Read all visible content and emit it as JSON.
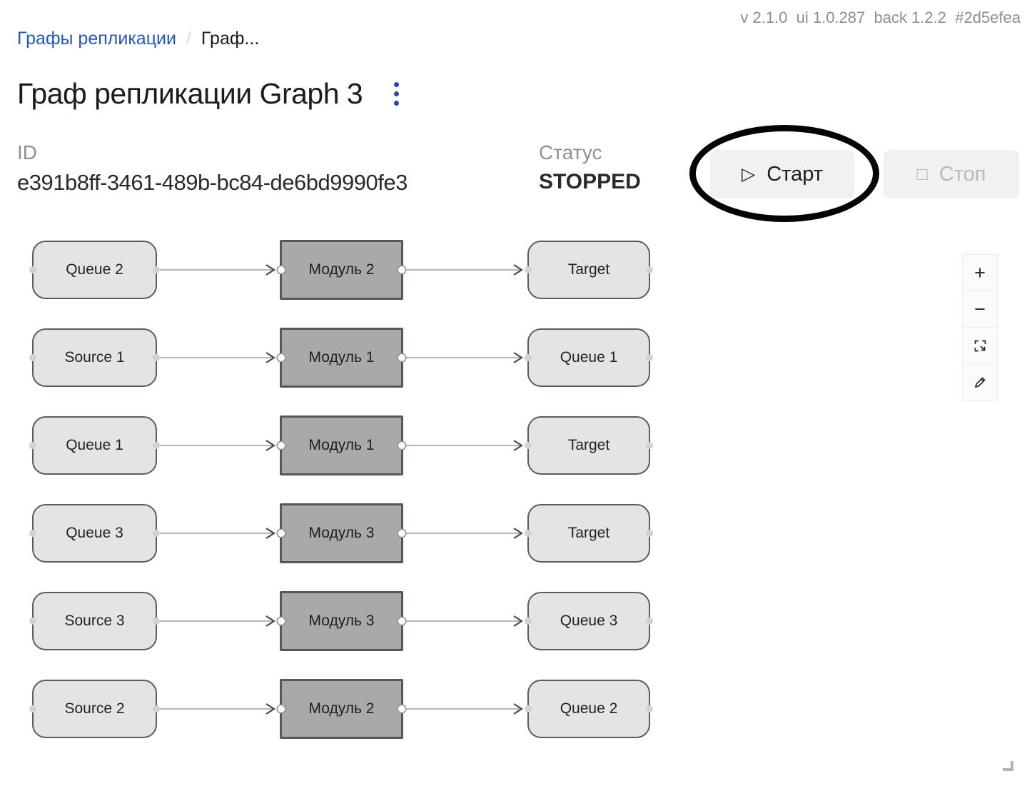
{
  "meta": {
    "version_line": "v 2.1.0  ui 1.0.287  back 1.2.2  #2d5efea"
  },
  "breadcrumb": {
    "root": "Графы репликации",
    "separator": "/",
    "current": "Граф..."
  },
  "page": {
    "title": "Граф репликации Graph 3"
  },
  "info": {
    "id_label": "ID",
    "id_value": "e391b8ff-3461-489b-bc84-de6bd9990fe3",
    "status_label": "Статус",
    "status_value": "STOPPED"
  },
  "actions": {
    "start_label": "Старт",
    "start_icon_glyph": "▷",
    "stop_label": "Стоп",
    "stop_icon_glyph": "□"
  },
  "annotation": {
    "shape": "hand-drawn black ellipse circling the Start button"
  },
  "flow": {
    "rows": [
      {
        "source": "Queue 2",
        "module": "Модуль 2",
        "target": "Target"
      },
      {
        "source": "Source 1",
        "module": "Модуль 1",
        "target": "Queue 1"
      },
      {
        "source": "Queue 1",
        "module": "Модуль 1",
        "target": "Target"
      },
      {
        "source": "Queue 3",
        "module": "Модуль 3",
        "target": "Target"
      },
      {
        "source": "Source 3",
        "module": "Модуль 3",
        "target": "Queue 3"
      },
      {
        "source": "Source 2",
        "module": "Модуль 2",
        "target": "Queue 2"
      }
    ]
  },
  "controls": {
    "zoom_in_glyph": "+",
    "zoom_out_glyph": "−",
    "items": [
      "zoom-in",
      "zoom-out",
      "fit-view",
      "edit"
    ]
  },
  "colors": {
    "accent_blue": "#2356c4",
    "kebab_blue": "#2148b1",
    "muted_gray": "#8e8e93",
    "node_fill": "#e3e4e6",
    "module_fill": "#a8a9ab",
    "node_border": "#585d63",
    "edge_gray": "#b6b6bc",
    "button_bg": "#f1f1f2",
    "disabled_text": "#b7b9bf",
    "annotation_black": "#050505"
  }
}
